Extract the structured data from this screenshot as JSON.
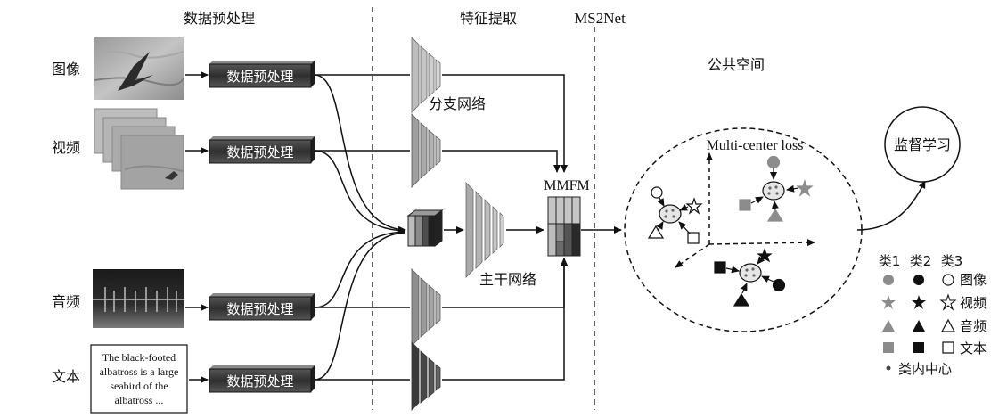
{
  "sections": {
    "preprocess": "数据预处理",
    "feature": "特征提取",
    "model": "MS2Net",
    "common": "公共空间"
  },
  "modalities": {
    "image": "图像",
    "video": "视频",
    "audio": "音频",
    "text": "文本"
  },
  "preprocess_box": {
    "label": "数据预处理"
  },
  "text_sample": {
    "lines": [
      "The black-footed",
      "albatross is a large",
      "seabird of the",
      "albatross ..."
    ]
  },
  "network": {
    "branch": "分支网络",
    "trunk": "主干网络",
    "fusion": "MMFM"
  },
  "space": {
    "loss": "Multi-center loss",
    "supervised": "监督学习"
  },
  "legend": {
    "headers": [
      "类1",
      "类2",
      "类3"
    ],
    "rows": [
      "图像",
      "视频",
      "音频",
      "文本"
    ],
    "center": "类内中心"
  },
  "colors": {
    "box_dark": "#3a3a3a",
    "box_light": "#7a7a7a",
    "class1": "#8c8c8c",
    "class2": "#111111"
  }
}
